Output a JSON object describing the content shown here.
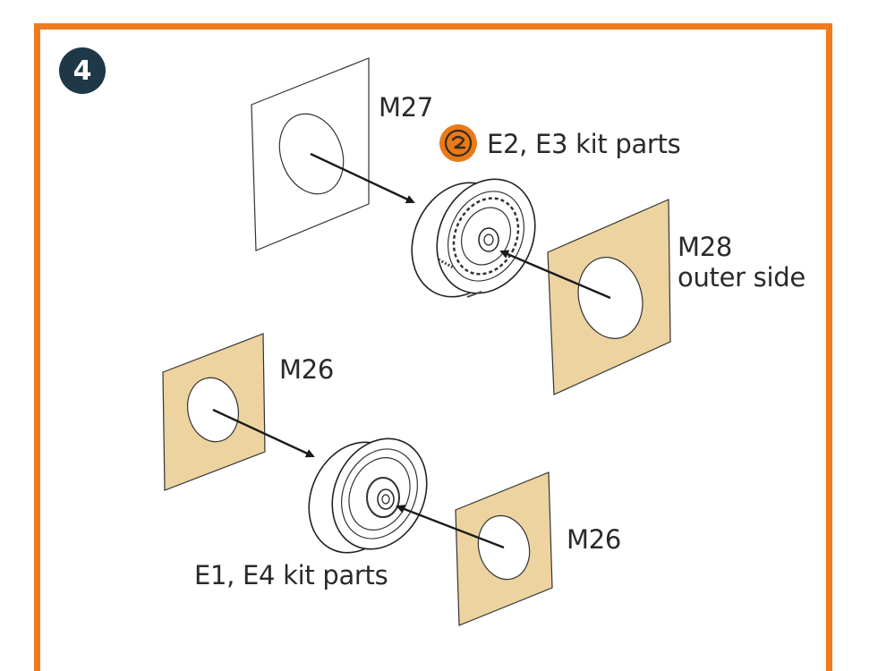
{
  "step": {
    "number": "4"
  },
  "colors": {
    "frame": "#f07b1e",
    "badge": "#1f3848",
    "mask_fill": "#ecd3a0",
    "clear_fill": "#ffffff",
    "kit_icon": "#e87a1a"
  },
  "labels": {
    "m27": "M27",
    "e2_e3": "E2, E3 kit parts",
    "m28": "M28",
    "m28_side": "outer side",
    "m26_left": "M26",
    "m26_right": "M26",
    "e1_e4": "E1, E4 kit parts"
  },
  "icons": {
    "kit_part_icon": "kit-parts-icon"
  }
}
